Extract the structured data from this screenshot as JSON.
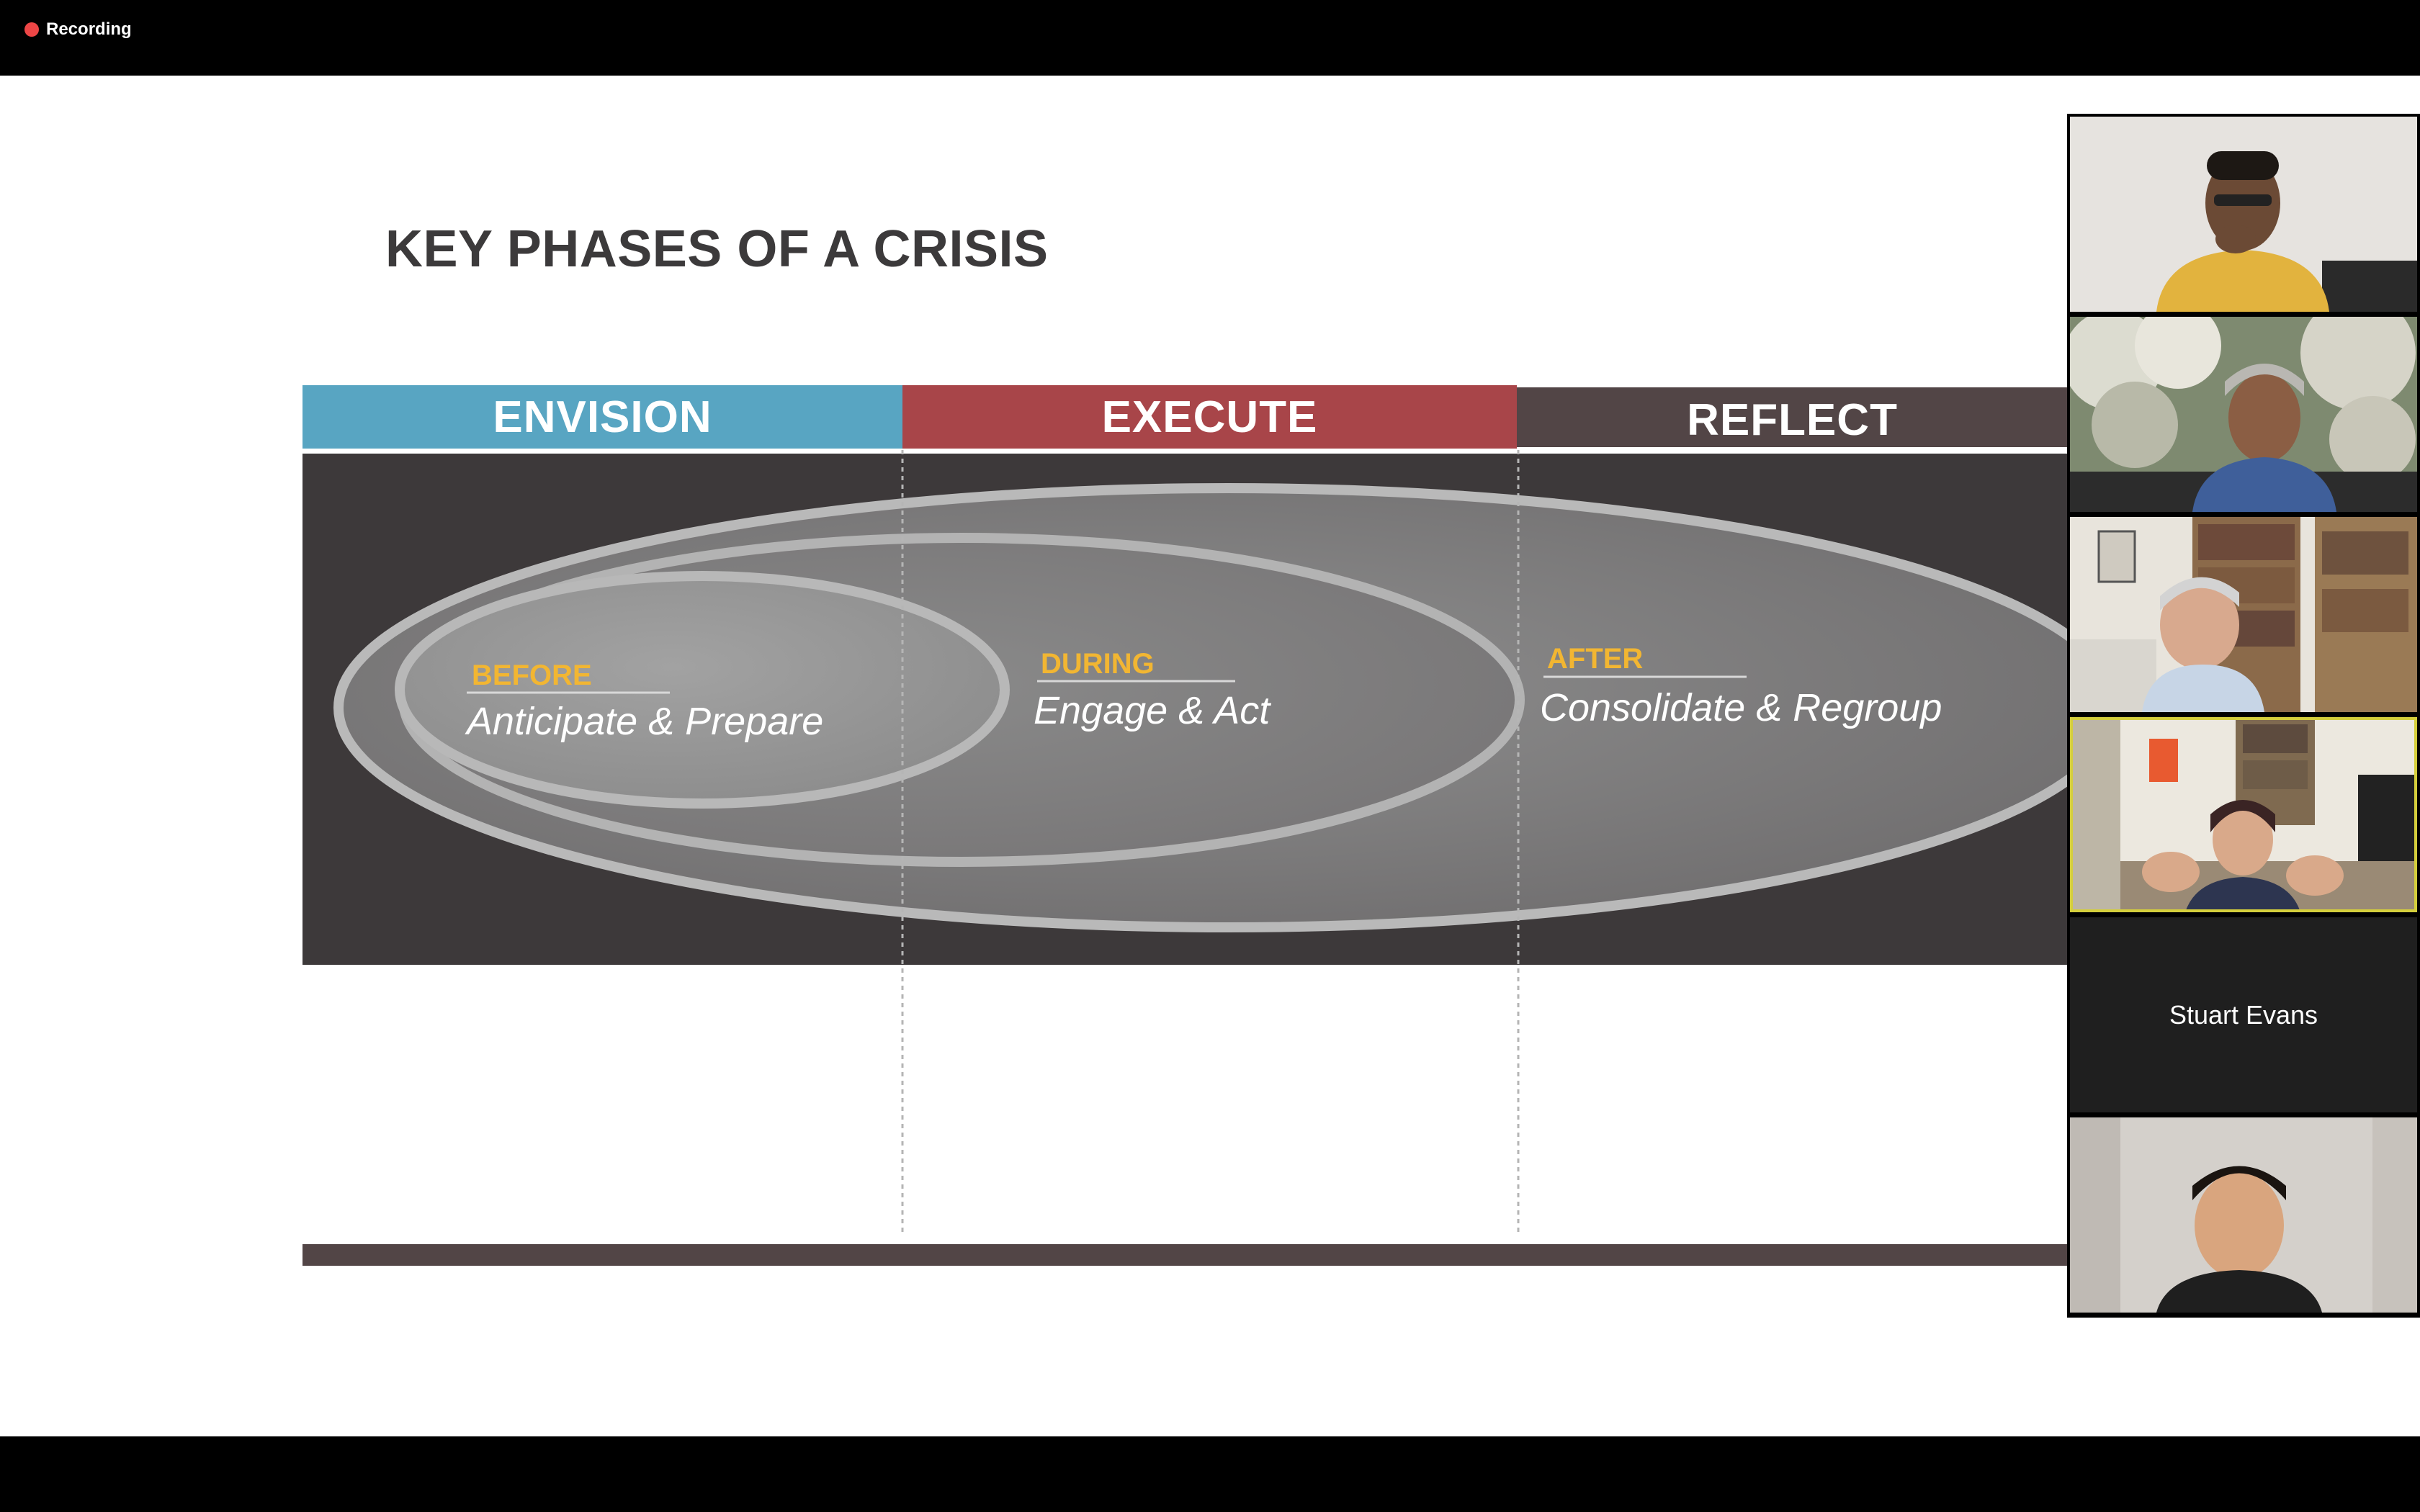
{
  "recording": {
    "label": "Recording",
    "dot_color": "#ed4646"
  },
  "slide": {
    "title": "KEY PHASES OF A CRISIS",
    "bands": [
      {
        "label": "ENVISION",
        "color": "#58a5c2"
      },
      {
        "label": "EXECUTE",
        "color": "#a84549"
      },
      {
        "label": "REFLECT",
        "color": "#524546"
      }
    ],
    "phases": [
      {
        "tag": "BEFORE",
        "text": "Anticipate & Prepare"
      },
      {
        "tag": "DURING",
        "text": "Engage & Act"
      },
      {
        "tag": "AFTER",
        "text": "Consolidate & Regroup"
      }
    ],
    "tag_color": "#f2b632",
    "panel_color": "#3d393a"
  },
  "participants": [
    {
      "video": "participant-video",
      "active": false
    },
    {
      "video": "participant-video",
      "active": false
    },
    {
      "video": "participant-video",
      "active": false
    },
    {
      "video": "participant-video",
      "active": true
    },
    {
      "name": "Stuart Evans",
      "video": "no-video"
    },
    {
      "video": "participant-video",
      "active": false
    }
  ]
}
